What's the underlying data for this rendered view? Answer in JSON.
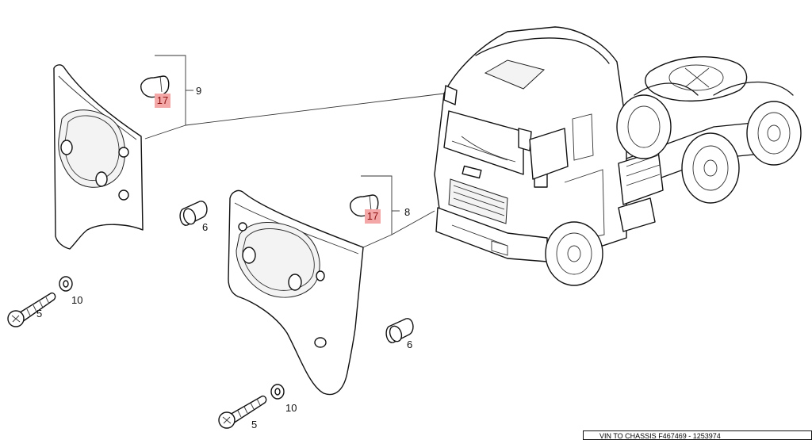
{
  "callouts": {
    "c9": "9",
    "c8": "8",
    "c17a": "17",
    "c17b": "17",
    "c6a": "6",
    "c6b": "6",
    "c5a": "5",
    "c5b": "5",
    "c10a": "10",
    "c10b": "10"
  },
  "footer": {
    "reference": "VIN TO CHASSIS F467469 - 1253974"
  },
  "colors": {
    "hotspot": "#f4a7a7",
    "line": "#111111"
  }
}
